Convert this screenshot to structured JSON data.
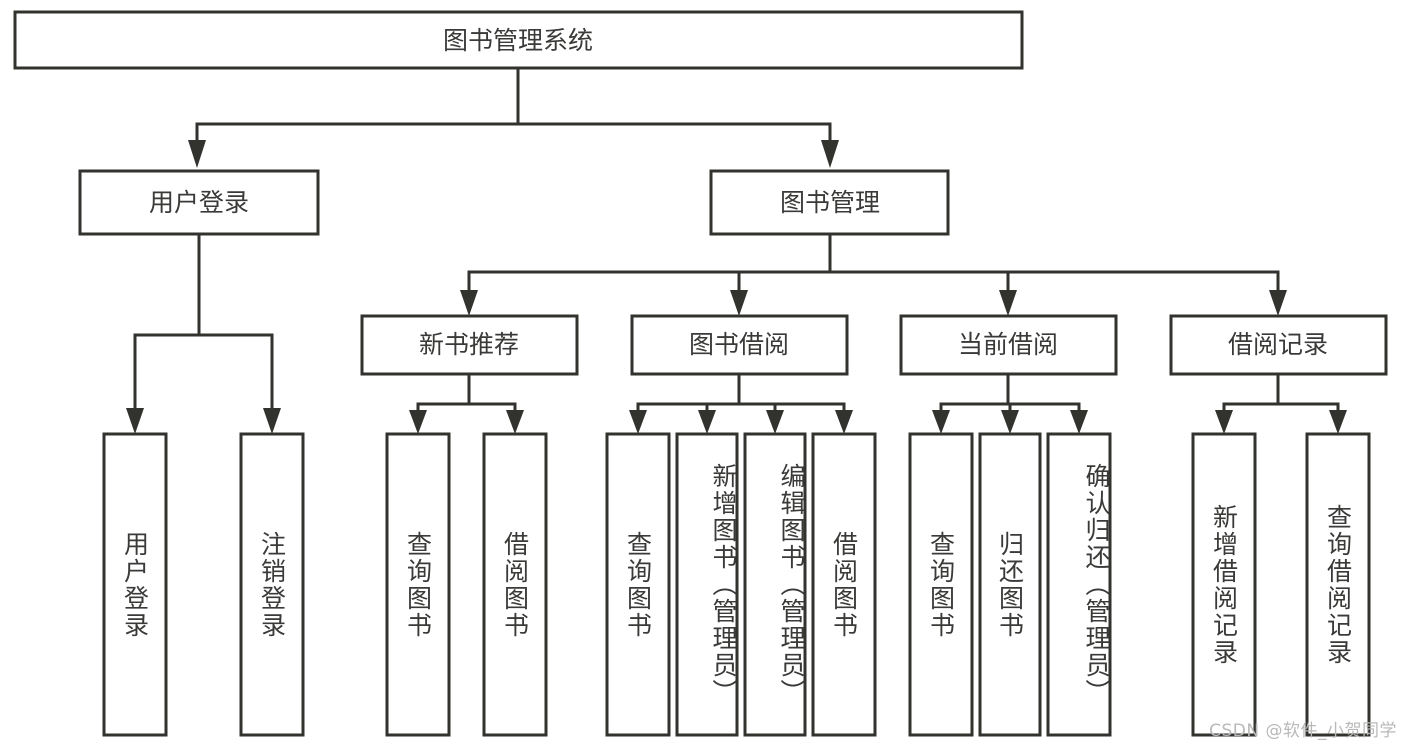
{
  "diagram": {
    "type": "tree-hierarchy",
    "title": "图书管理系统",
    "background_color": "#ffffff",
    "line_color": "#32322f",
    "text_color": "#3a3a38",
    "root": {
      "label": "图书管理系统",
      "level": 1
    },
    "level2": [
      {
        "label": "用户登录"
      },
      {
        "label": "图书管理"
      }
    ],
    "level3": [
      {
        "label": "新书推荐"
      },
      {
        "label": "图书借阅"
      },
      {
        "label": "当前借阅"
      },
      {
        "label": "借阅记录"
      }
    ],
    "leaves": {
      "user_login": [
        {
          "label": "用户登录"
        },
        {
          "label": "注销登录"
        }
      ],
      "new_book_recommend": [
        {
          "label": "查询图书"
        },
        {
          "label": "借阅图书"
        }
      ],
      "book_borrow": [
        {
          "label": "查询图书"
        },
        {
          "label": "新增图书（管理员）"
        },
        {
          "label": "编辑图书（管理员）"
        },
        {
          "label": "借阅图书"
        }
      ],
      "current_borrow": [
        {
          "label": "查询图书"
        },
        {
          "label": "归还图书"
        },
        {
          "label": "确认归还（管理员）"
        }
      ],
      "borrow_record": [
        {
          "label": "新增借阅记录"
        },
        {
          "label": "查询借阅记录"
        }
      ]
    }
  },
  "watermark": {
    "text": "CSDN @软件_小贺同学"
  }
}
